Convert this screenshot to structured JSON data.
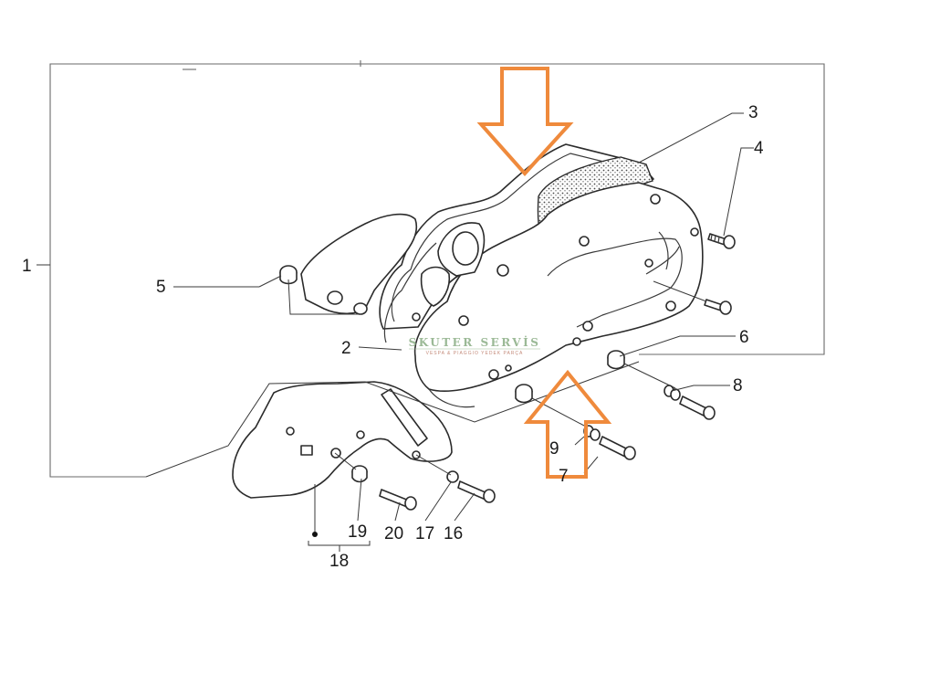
{
  "diagram": {
    "labels": {
      "l1": "1",
      "l2": "2",
      "l3": "3",
      "l4": "4",
      "l5": "5",
      "l6": "6",
      "l7": "7",
      "l8": "8",
      "l9": "9",
      "l16": "16",
      "l17": "17",
      "l18": "18",
      "l19": "19",
      "l20": "20"
    },
    "watermark": {
      "title": "SKUTER SERVİS",
      "subtitle": "VESPA & PIAGGIO YEDEK PARÇA"
    },
    "colors": {
      "arrow": "#ef8a3c",
      "watermark_title": "#9bb996",
      "watermark_subtitle": "#c48a7a",
      "line": "#2b2b2b"
    }
  }
}
